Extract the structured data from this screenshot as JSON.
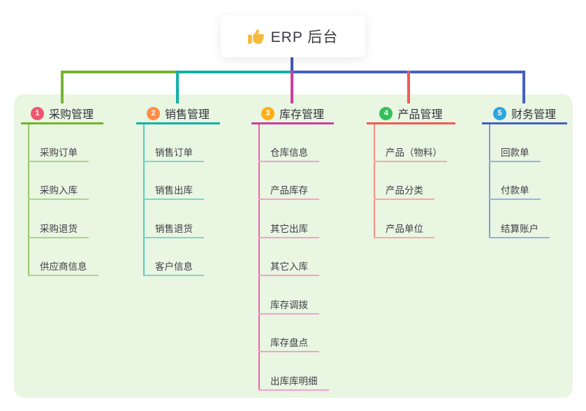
{
  "root": {
    "label": "ERP 后台",
    "icon": "thumbs-up-icon",
    "line_color": "#4154c4"
  },
  "colors": {
    "panel_bg": "#e9f6e2",
    "card_bg": "#ffffff",
    "text": "#3f3f46",
    "thumb_yellow": "#f6ba3d"
  },
  "branches": [
    {
      "index": "1",
      "label": "采购管理",
      "badge_color": "#f0566f",
      "line_color": "#74b42f",
      "spine_color": "#96c767",
      "light_color": "#aed487",
      "children": [
        "采购订单",
        "采购入库",
        "采购退货",
        "供应商信息"
      ]
    },
    {
      "index": "2",
      "label": "销售管理",
      "badge_color": "#ff8d48",
      "line_color": "#12b2a6",
      "spine_color": "#58c9be",
      "light_color": "#7fd4cb",
      "children": [
        "销售订单",
        "销售出库",
        "销售退货",
        "客户信息"
      ]
    },
    {
      "index": "3",
      "label": "库存管理",
      "badge_color": "#ffaf14",
      "line_color": "#d23c9e",
      "spine_color": "#ee62ab",
      "light_color": "#f5a0cd",
      "children": [
        "仓库信息",
        "产品库存",
        "其它出库",
        "其它入库",
        "库存调拨",
        "库存盘点",
        "出库库明细"
      ]
    },
    {
      "index": "4",
      "label": "产品管理",
      "badge_color": "#36c05c",
      "line_color": "#f25a52",
      "spine_color": "#f69089",
      "light_color": "#f8a9a3",
      "children": [
        "产品（物料）",
        "产品分类",
        "产品单位"
      ]
    },
    {
      "index": "5",
      "label": "财务管理",
      "badge_color": "#2aa7e0",
      "line_color": "#4460c4",
      "spine_color": "#849bd8",
      "light_color": "#9cb0e0",
      "children": [
        "回款单",
        "付款单",
        "结算账户"
      ]
    }
  ]
}
